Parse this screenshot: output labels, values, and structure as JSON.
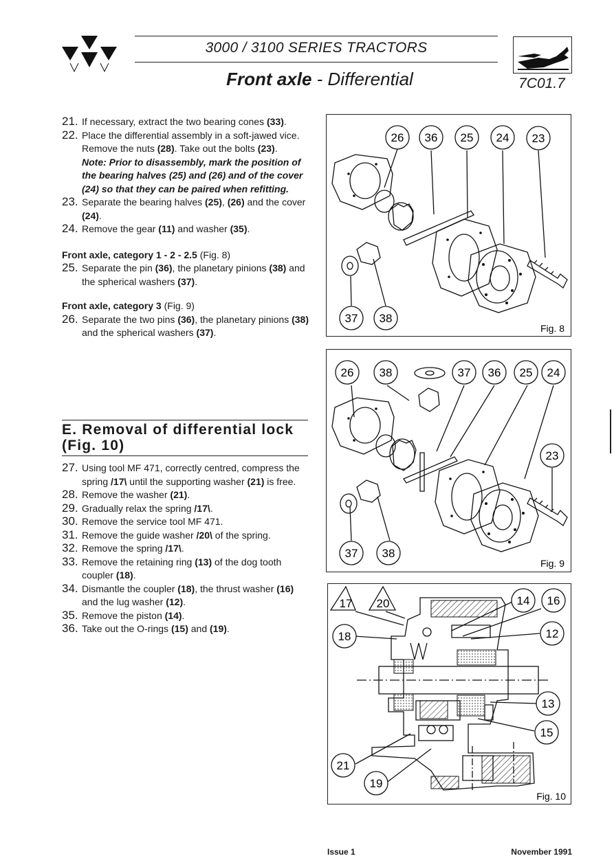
{
  "header": {
    "series": "3000 / 3100  SERIES TRACTORS",
    "title_bold": "Front axle",
    "title_rest": " - Differential",
    "page_code": "7C01.7"
  },
  "steps_a": [
    {
      "n": "21.",
      "parts": [
        "If necessary, extract the two bearing cones ",
        "(33)",
        "."
      ]
    },
    {
      "n": "22.",
      "parts": [
        "Place the differential assembly in a soft-jawed vice. Remove the nuts ",
        "(28)",
        ". Take out the bolts ",
        "(23)",
        "."
      ]
    },
    {
      "n": "23.",
      "parts": [
        "Separate the bearing halves ",
        "(25)",
        ", ",
        "(26)",
        " and the cover ",
        "(24)",
        "."
      ]
    },
    {
      "n": "24.",
      "parts": [
        "Remove the gear ",
        "(11)",
        " and washer ",
        "(35)",
        "."
      ]
    }
  ],
  "note": "Note: Prior to disassembly, mark the position of the bearing halves (25) and (26) and of the cover (24) so that they can be paired when refitting.",
  "subsection_1": {
    "bold": "Front axle, category 1 - 2 - 2.5",
    "plain": " (Fig. 8)"
  },
  "step_25": {
    "n": "25.",
    "parts": [
      "Separate the pin ",
      "(36)",
      ", the planetary pinions ",
      "(38)",
      " and the spherical washers ",
      "(37)",
      "."
    ]
  },
  "subsection_2": {
    "bold": "Front axle, category 3",
    "plain": " (Fig. 9)"
  },
  "step_26": {
    "n": "26.",
    "parts": [
      "Separate the two pins ",
      "(36)",
      ", the planetary pinions ",
      "(38)",
      " and the spherical washers ",
      "(37)",
      "."
    ]
  },
  "section_e": {
    "title_line1": "E. Removal of differential lock",
    "title_line2": "(Fig. 10)"
  },
  "steps_e": [
    {
      "n": "27.",
      "parts": [
        "Using tool MF 471, correctly centred, compress the spring ",
        "/17\\",
        " until the supporting washer ",
        "(21)",
        " is free."
      ]
    },
    {
      "n": "28.",
      "parts": [
        "Remove the washer ",
        "(21)",
        "."
      ]
    },
    {
      "n": "29.",
      "parts": [
        "Gradually relax the spring ",
        "/17\\",
        "."
      ]
    },
    {
      "n": "30.",
      "parts": [
        "Remove the service tool MF 471."
      ]
    },
    {
      "n": "31.",
      "parts": [
        "Remove the guide washer ",
        "/20\\",
        " of the spring."
      ]
    },
    {
      "n": "32.",
      "parts": [
        "Remove the spring ",
        "/17\\",
        "."
      ]
    },
    {
      "n": "33.",
      "parts": [
        "Remove the retaining ring ",
        "(13)",
        " of the dog tooth coupler ",
        "(18)",
        "."
      ]
    },
    {
      "n": "34.",
      "parts": [
        "Dismantle the coupler ",
        "(18)",
        ", the thrust washer ",
        "(16)",
        " and the lug washer ",
        "(12)",
        "."
      ]
    },
    {
      "n": "35.",
      "parts": [
        "Remove the piston ",
        "(14)",
        "."
      ]
    },
    {
      "n": "36.",
      "parts": [
        "Take out the O-rings ",
        "(15)",
        " and ",
        "(19)",
        "."
      ]
    }
  ],
  "figures": {
    "fig8": {
      "caption": "Fig. 8",
      "callouts": [
        "26",
        "36",
        "25",
        "24",
        "23",
        "37",
        "38"
      ]
    },
    "fig9": {
      "caption": "Fig. 9",
      "callouts": [
        "26",
        "38",
        "37",
        "36",
        "25",
        "24",
        "23",
        "37",
        "38"
      ]
    },
    "fig10": {
      "caption": "Fig. 10",
      "callouts": [
        "17",
        "20",
        "14",
        "16",
        "18",
        "12",
        "13",
        "15",
        "21",
        "19"
      ]
    }
  },
  "footer": {
    "issue": "Issue 1",
    "date": "November 1991"
  },
  "colors": {
    "ink": "#1a1a1a",
    "paper": "#ffffff"
  },
  "icons": {
    "logo": "three-triangles-logo",
    "tool": "wrench-hand-icon"
  }
}
